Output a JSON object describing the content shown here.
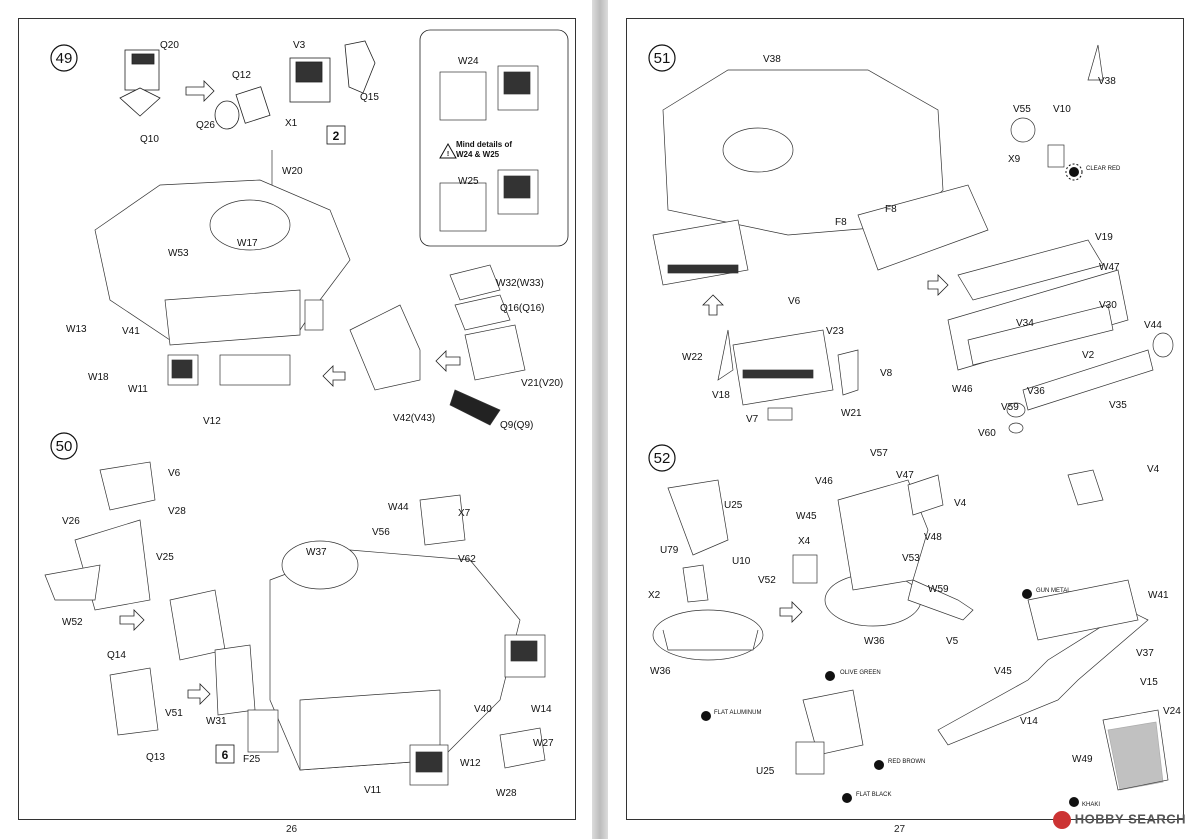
{
  "pages": {
    "left": {
      "number": "26",
      "steps": [
        {
          "number": "49",
          "labels": [
            "Q20",
            "V3",
            "Q12",
            "Q15",
            "Q26",
            "X1",
            "Q10",
            "W20",
            "W53",
            "W17",
            "W13",
            "V41",
            "W18",
            "W11",
            "V12",
            "W32(W33)",
            "Q16(Q16)",
            "V21(V20)",
            "V42(V43)",
            "Q9(Q9)"
          ],
          "sprue_box": "2",
          "callout": {
            "labels": [
              "W24",
              "W25"
            ],
            "note": "Mind details of\nW24 & W25"
          }
        },
        {
          "number": "50",
          "labels": [
            "V6",
            "V28",
            "V26",
            "V25",
            "W52",
            "W37",
            "W44",
            "X7",
            "V56",
            "V62",
            "Q14",
            "V51",
            "Q13",
            "W31",
            "F25",
            "V40",
            "W14",
            "W27",
            "W12",
            "V11",
            "W28"
          ],
          "sprue_box": "6"
        }
      ]
    },
    "right": {
      "number": "27",
      "steps": [
        {
          "number": "51",
          "labels": [
            "V38",
            "V38",
            "V55",
            "V10",
            "X9",
            "F8",
            "F8",
            "V19",
            "W47",
            "V30",
            "V34",
            "V44",
            "V2",
            "W46",
            "V36",
            "V59",
            "V35",
            "V60",
            "V6",
            "V23",
            "W22",
            "V8",
            "V18",
            "W21",
            "V7"
          ],
          "paint": "CLEAR RED"
        },
        {
          "number": "52",
          "labels": [
            "V57",
            "V47",
            "V46",
            "V4",
            "V4",
            "U25",
            "W45",
            "V48",
            "X4",
            "V53",
            "U79",
            "U10",
            "V52",
            "W59",
            "X2",
            "W36",
            "V5",
            "W36",
            "W41",
            "V37",
            "V45",
            "V15",
            "V14",
            "V24",
            "W49",
            "U25"
          ],
          "paints": [
            "GUN METAL",
            "OLIVE GREEN",
            "FLAT ALUMINUM",
            "RED BROWN",
            "FLAT BLACK",
            "KHAKI"
          ]
        }
      ],
      "watermark": "HOBBY SEARCH"
    }
  }
}
